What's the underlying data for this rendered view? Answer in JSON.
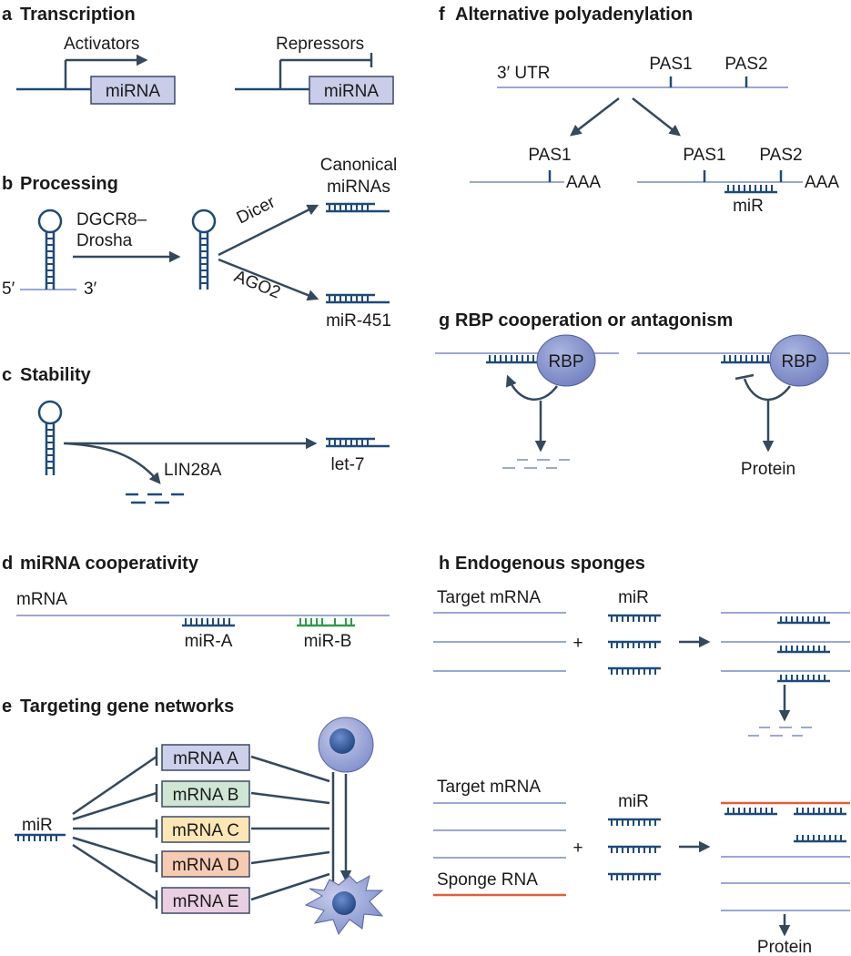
{
  "panels": {
    "a": {
      "letter": "a",
      "title": "Transcription",
      "activators": "Activators",
      "repressors": "Repressors",
      "mirna_box": "miRNA"
    },
    "b": {
      "letter": "b",
      "title": "Processing",
      "dgcr8": "DGCR8–",
      "drosha": "Drosha",
      "five_prime": "5′",
      "three_prime": "3′",
      "dicer": "Dicer",
      "ago2": "AGO2",
      "canonical_1": "Canonical",
      "canonical_2": "miRNAs",
      "mir451": "miR-451"
    },
    "c": {
      "letter": "c",
      "title": "Stability",
      "lin28a": "LIN28A",
      "let7": "let-7"
    },
    "d": {
      "letter": "d",
      "title": "miRNA cooperativity",
      "mrna": "mRNA",
      "mir_a": "miR-A",
      "mir_b": "miR-B"
    },
    "e": {
      "letter": "e",
      "title": "Targeting gene networks",
      "mir": "miR",
      "targets": [
        "mRNA A",
        "mRNA B",
        "mRNA C",
        "mRNA D",
        "mRNA E"
      ],
      "target_colors": [
        "#ccd0ea",
        "#cfe6d4",
        "#fde6b6",
        "#f7cbb2",
        "#e8cfe2"
      ]
    },
    "f": {
      "letter": "f",
      "title": "Alternative polyadenylation",
      "utr": "3′ UTR",
      "pas1": "PAS1",
      "pas2": "PAS2",
      "aaa": "AAA",
      "mir": "miR"
    },
    "g": {
      "letter": "g",
      "title": "RBP cooperation or antagonism",
      "rbp": "RBP",
      "protein": "Protein"
    },
    "h": {
      "letter": "h",
      "title": "Endogenous sponges",
      "target_mrna": "Target mRNA",
      "mir": "miR",
      "plus": "+",
      "sponge_rna": "Sponge RNA",
      "protein": "Protein"
    }
  },
  "colors": {
    "rna_light": "#9aa8d4",
    "mirna_dark": "#1f4a7a",
    "mir_b_green": "#2e9a4a",
    "sponge_red": "#e0603a",
    "rbp_fill": "#7f8dc8",
    "magenta": "#c0187a"
  }
}
